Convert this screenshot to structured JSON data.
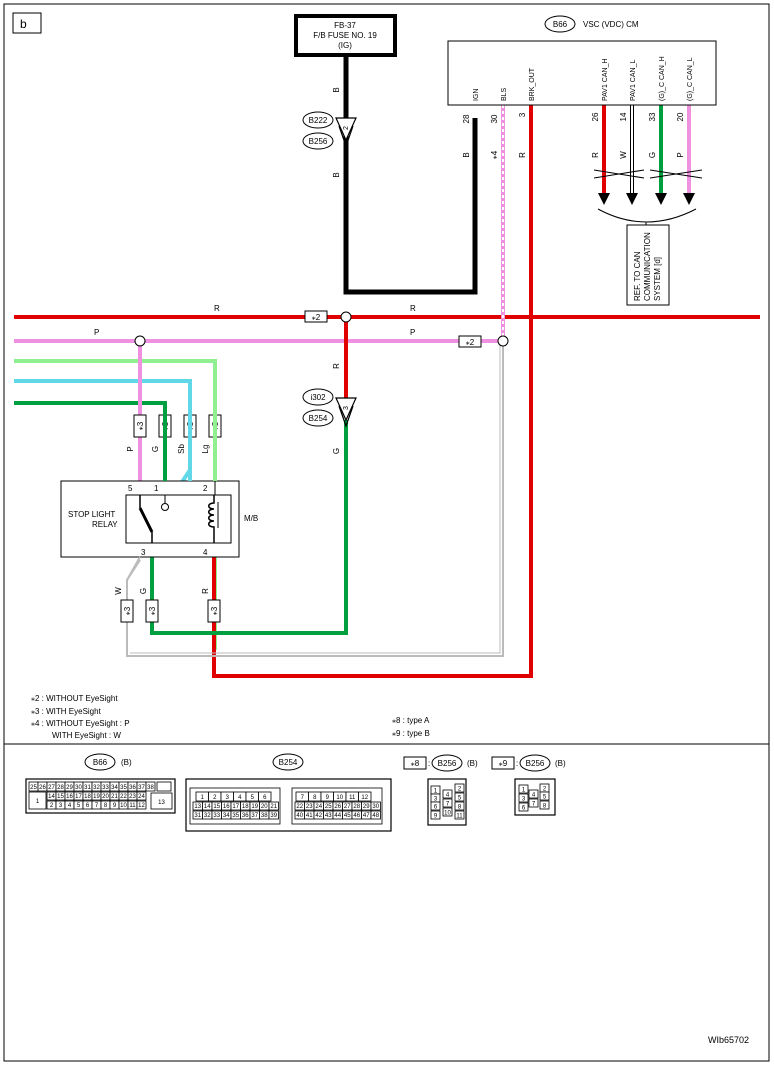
{
  "page_letter": "b",
  "fuse": {
    "line1": "FB-37",
    "line2": "F/B FUSE NO. 19",
    "line3": "(IG)"
  },
  "ecu": {
    "connector": "B66",
    "name": "VSC (VDC) CM"
  },
  "ecu_pins": [
    {
      "name": "IGN",
      "pin": "28",
      "wire": "B"
    },
    {
      "name": "BLS",
      "pin": "30",
      "wire": "⁎4"
    },
    {
      "name": "BRK_OUT",
      "pin": "3",
      "wire": "R"
    },
    {
      "name": "PAV1 CAN_H",
      "pin": "26",
      "wire": "R"
    },
    {
      "name": "PAV1 CAN_L",
      "pin": "14",
      "wire": "W"
    },
    {
      "name": "(G)_C CAN_H",
      "pin": "33",
      "wire": "G"
    },
    {
      "name": "(G)_C CAN_L",
      "pin": "20",
      "wire": "P"
    }
  ],
  "can_ref": {
    "line1": "REF. TO CAN",
    "line2": "COMMUNICATION",
    "line3": "SYSTEM [d]"
  },
  "fuse_wire": {
    "top": "B",
    "bottom": "B"
  },
  "conn_b222": "B222",
  "conn_b256": "B256",
  "conn_i302": "i302",
  "conn_b254": "B254",
  "pin_2": "2",
  "pin_3": "3",
  "bus": {
    "r_left": "R",
    "r_right": "R",
    "p_left": "P",
    "p_right": "P",
    "star2": "⁎2"
  },
  "drop_r": "R",
  "drop_g": "G",
  "star3": "⁎3",
  "relay_wires": {
    "p": "P",
    "g": "G",
    "sb": "Sb",
    "lg": "Lg"
  },
  "relay": {
    "name_line1": "STOP LIGHT",
    "name_line2": "RELAY",
    "location": "M/B",
    "pin5": "5",
    "pin1": "1",
    "pin2": "2",
    "pin3": "3",
    "pin4": "4"
  },
  "lower_wires": {
    "w": "W",
    "g": "G",
    "r": "R"
  },
  "notes": [
    "⁎2  : WITHOUT EyeSight",
    "⁎3  : WITH EyeSight",
    "⁎4  : WITHOUT EyeSight : P",
    "WITH EyeSight : W"
  ],
  "types": [
    "⁎8  : type A",
    "⁎9  : type B"
  ],
  "conn_views": {
    "b66_label": "B66",
    "b66_suffix": "(B)",
    "b254_label": "B254",
    "b256a_prefix": "⁎8",
    "b256a_label": "B256",
    "b256a_suffix": "(B)",
    "b256b_prefix": "⁎9",
    "b256b_label": "B256",
    "b256b_suffix": "(B)",
    "b66_row1": [
      "25",
      "26",
      "27",
      "28",
      "29",
      "30",
      "31",
      "32",
      "33",
      "34",
      "35",
      "36",
      "37",
      "38"
    ],
    "b66_row2": [
      "14",
      "15",
      "16",
      "17",
      "18",
      "19",
      "20",
      "21",
      "22",
      "23",
      "24"
    ],
    "b66_row3": [
      "2",
      "3",
      "4",
      "5",
      "6",
      "7",
      "8",
      "9",
      "10",
      "11",
      "12"
    ],
    "b66_left": "1",
    "b66_right": "13",
    "b254_l1": [
      "1",
      "2",
      "3",
      "4",
      "5",
      "6"
    ],
    "b254_l2": [
      "13",
      "14",
      "15",
      "16",
      "17",
      "18",
      "19",
      "20",
      "21"
    ],
    "b254_l3": [
      "31",
      "32",
      "33",
      "34",
      "35",
      "36",
      "37",
      "38",
      "39"
    ],
    "b254_r1": [
      "7",
      "8",
      "9",
      "10",
      "11",
      "12"
    ],
    "b254_r2": [
      "22",
      "23",
      "24",
      "25",
      "26",
      "27",
      "28",
      "29",
      "30"
    ],
    "b254_r3": [
      "40",
      "41",
      "42",
      "43",
      "44",
      "45",
      "46",
      "47",
      "48"
    ],
    "b256a_cells": [
      "1",
      "2",
      "3",
      "4",
      "5",
      "6",
      "7",
      "8",
      "9",
      "10",
      "11"
    ],
    "b256b_cells": [
      "1",
      "2",
      "3",
      "4",
      "5",
      "6",
      "7",
      "8"
    ]
  },
  "figure_id": "WIb65702",
  "colors": {
    "red": "#e00000",
    "pink": "#f090e0",
    "green": "#00a040",
    "lightgreen": "#90f090",
    "lightblue": "#60d8e8",
    "black": "#000000",
    "gray": "#bbbbbb"
  }
}
